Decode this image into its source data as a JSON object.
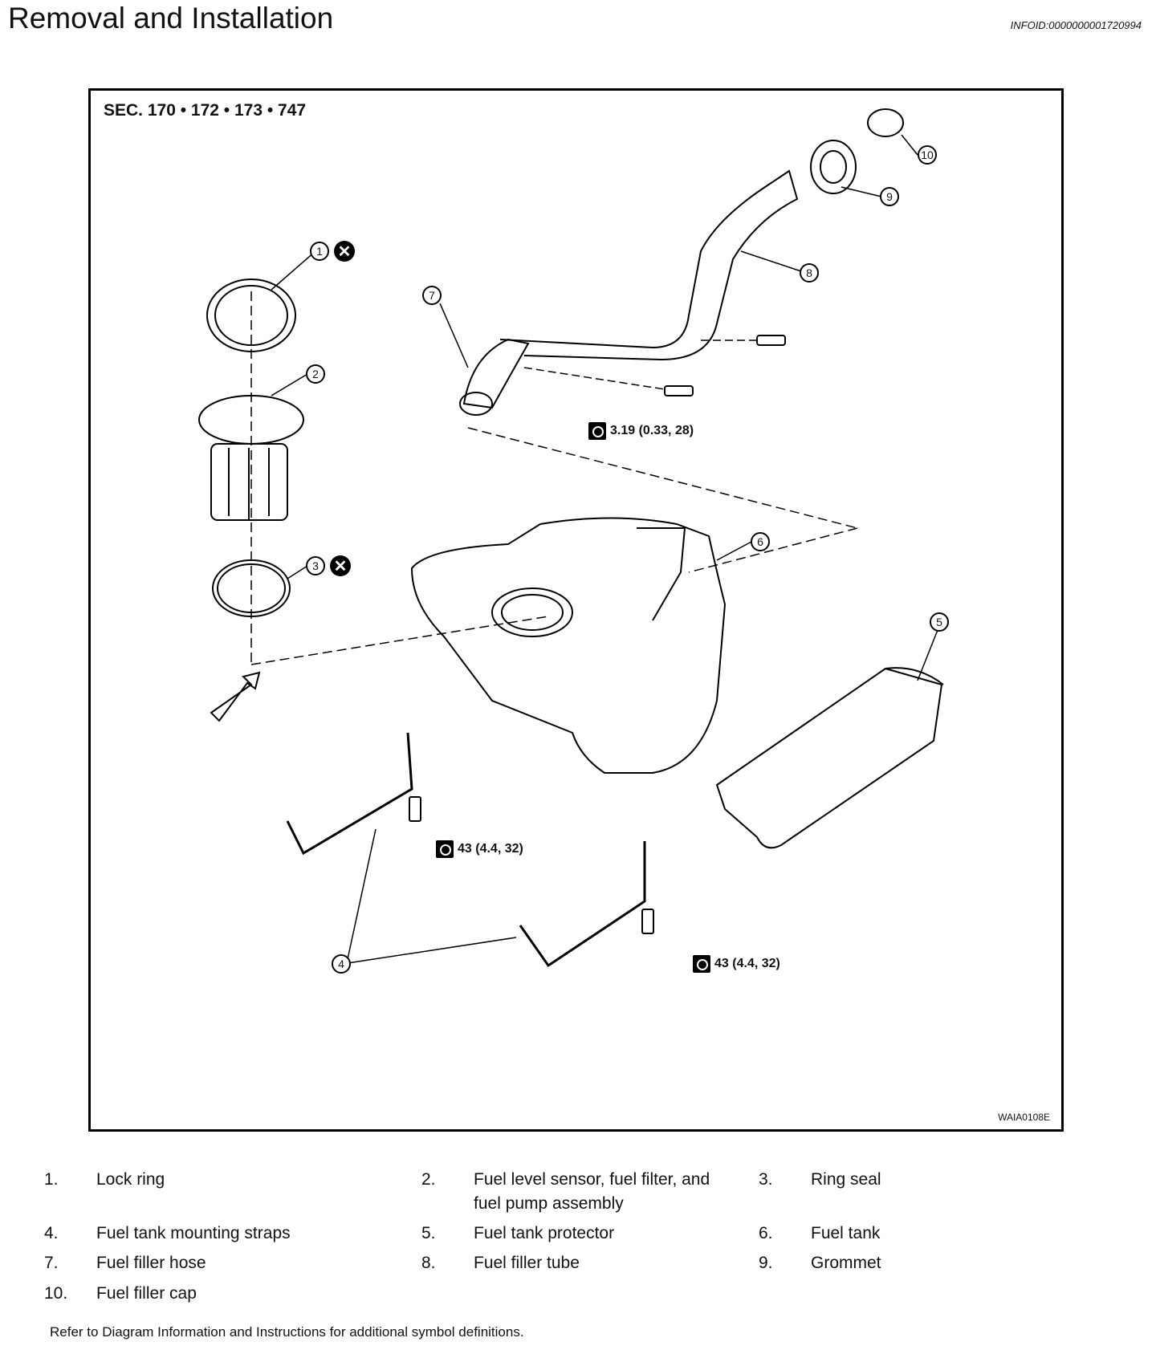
{
  "page": {
    "title": "Removal and Installation",
    "info_id": "INFOID:0000000001720994",
    "note": "Refer to Diagram Information and Instructions for additional symbol definitions."
  },
  "diagram": {
    "section": "SEC. 170 • 172 • 173 • 747",
    "figure_id": "WAIA0108E",
    "callouts": [
      "1",
      "2",
      "3",
      "4",
      "5",
      "6",
      "7",
      "8",
      "9",
      "10"
    ],
    "torques": [
      "3.19 (0.33, 28)",
      "43 (4.4, 32)",
      "43 (4.4, 32)"
    ],
    "x_symbol": "✕"
  },
  "legend": [
    {
      "num": "1.",
      "label": "Lock ring"
    },
    {
      "num": "2.",
      "label": "Fuel level sensor, fuel filter, and fuel pump assembly"
    },
    {
      "num": "3.",
      "label": "Ring seal"
    },
    {
      "num": "4.",
      "label": "Fuel tank mounting straps"
    },
    {
      "num": "5.",
      "label": "Fuel tank protector"
    },
    {
      "num": "6.",
      "label": "Fuel tank"
    },
    {
      "num": "7.",
      "label": "Fuel filler hose"
    },
    {
      "num": "8.",
      "label": "Fuel filler tube"
    },
    {
      "num": "9.",
      "label": "Grommet"
    },
    {
      "num": "10.",
      "label": "Fuel filler cap"
    }
  ]
}
